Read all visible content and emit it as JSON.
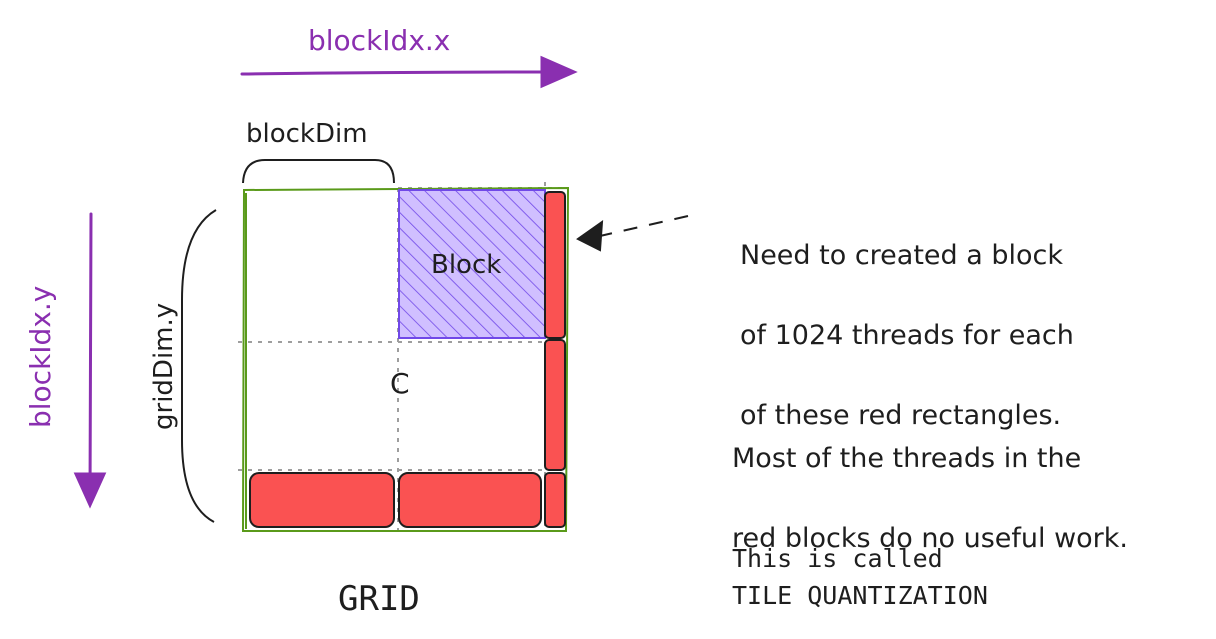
{
  "labels": {
    "block_idx_x": "blockIdx.x",
    "block_idx_y": "blockIdx.y",
    "block_dim": "blockDim",
    "grid_dim_y": "gridDim.y",
    "block": "Block",
    "matrix": "C",
    "grid": "GRID"
  },
  "notes": {
    "need_line1": "Need to created a block",
    "need_line2": "of 1024 threads for each",
    "need_line3": "of these red rectangles.",
    "waste_line1": "Most of the threads in the",
    "waste_line2": "red blocks do no useful work.",
    "called_line1": "This is called",
    "called_line2": "TILE QUANTIZATION"
  },
  "colors": {
    "purple": "#8a2fb0",
    "green": "#5a9a1a",
    "red": "#fa5252",
    "block_fill": "#d0bfff",
    "hatch": "#7048e8",
    "ink": "#1e1e1e",
    "grid_dots": "#9e9e9e"
  }
}
